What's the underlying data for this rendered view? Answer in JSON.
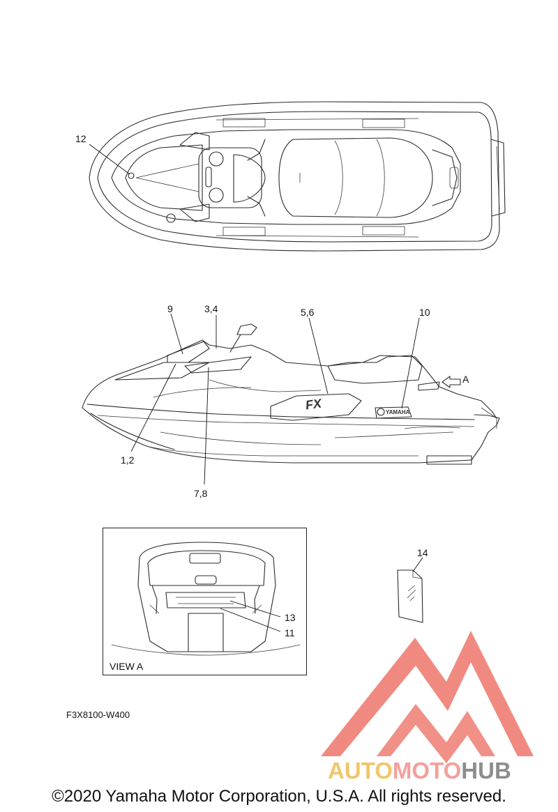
{
  "diagram": {
    "callouts": {
      "c12": "12",
      "c9": "9",
      "c34": "3,4",
      "c56": "5,6",
      "c10": "10",
      "cA": "A",
      "c12b": "1,2",
      "c78": "7,8",
      "c14": "14",
      "c13": "13",
      "c11": "11"
    },
    "view_label": "VIEW A",
    "drawing_code": "F3X8100-W400",
    "decal_text": {
      "fx": "FX",
      "yamaha": "YAMAHA"
    }
  },
  "watermark": {
    "part1": "AUTO",
    "part2": "MOTO",
    "part3": "HUB",
    "colors": {
      "triangle": "#f08a80",
      "auto": "#f2c56b",
      "moto": "#f4a09a",
      "hub": "#8d8d8d"
    }
  },
  "copyright": "©2020 Yamaha Motor Corporation, U.S.A. All rights reserved."
}
